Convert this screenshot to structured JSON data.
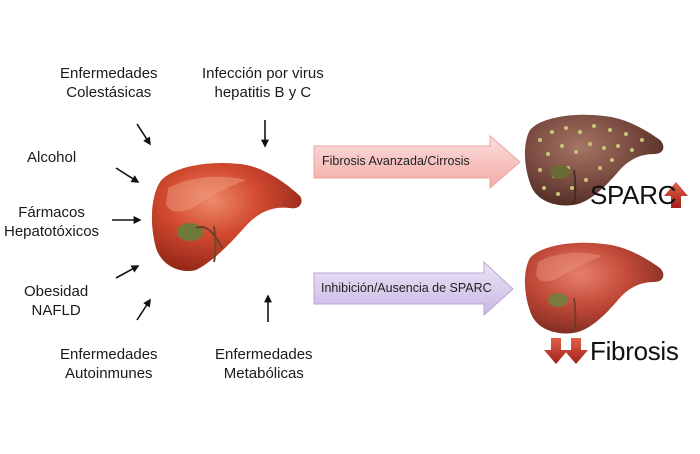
{
  "causes": {
    "colestasicas": [
      "Enfermedades",
      "Colestásicas"
    ],
    "virus": [
      "Infección por virus",
      "hepatitis B y C"
    ],
    "alcohol": [
      "Alcohol"
    ],
    "farmacos": [
      "Fármacos",
      "Hepatotóxicos"
    ],
    "obesidad": [
      "Obesidad",
      "NAFLD"
    ],
    "autoinmunes": [
      "Enfermedades",
      "Autoinmunes"
    ],
    "metabolicas": [
      "Enfermedades",
      "Metabólicas"
    ]
  },
  "outcomes": {
    "fibrosis_arrow": "Fibrosis Avanzada/Cirrosis",
    "sparc_arrow": "Inhibición/Ausencia de SPARC",
    "sparc_label": "SPARC",
    "fibrosis_label": "Fibrosis"
  },
  "colors": {
    "liver_main": "#c8402a",
    "liver_cirrhotic": "#7a4a40",
    "arrow_pink": "#f6c6c4",
    "arrow_lavender": "#dcd0ee",
    "indicator_red": "#c8302a"
  }
}
